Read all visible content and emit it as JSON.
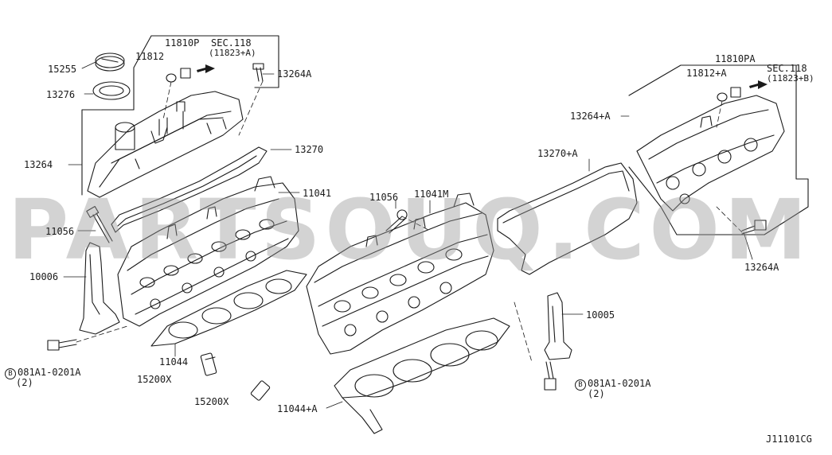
{
  "watermark": "PARTSOUQ.COM",
  "diagram_code": "J11101CG",
  "labels": {
    "p15255": "15255",
    "p13276": "13276",
    "p13264": "13264",
    "p11812": "11812",
    "p11810p": "11810P",
    "sec118_left": "SEC.118",
    "ref_11823a": "(11823+A)",
    "p13264a_top": "13264A",
    "p13270": "13270",
    "p11041": "11041",
    "p11056_left": "11056",
    "p10006": "10006",
    "p11044": "11044",
    "p15200x_1": "15200X",
    "p15200x_2": "15200X",
    "bolt_left": "081A1-0201A",
    "bolt_left_qty": "(2)",
    "badge_b": "B",
    "p11056_mid": "11056",
    "p11041m": "11041M",
    "p13270a": "13270+A",
    "p11812a": "11812+A",
    "p11810pa": "11810PA",
    "sec118_right": "SEC.118",
    "ref_11823b": "(11823+B)",
    "p13264plus_a": "13264+A",
    "p13264a_right": "13264A",
    "p10005": "10005",
    "bolt_right": "081A1-0201A",
    "bolt_right_qty": "(2)",
    "p11044a": "11044+A"
  },
  "icons": [
    "cap-icon",
    "seal-ring-icon",
    "bolt-icon",
    "arrow-right-icon",
    "gasket-icon",
    "bracket-icon",
    "sensor-icon"
  ]
}
